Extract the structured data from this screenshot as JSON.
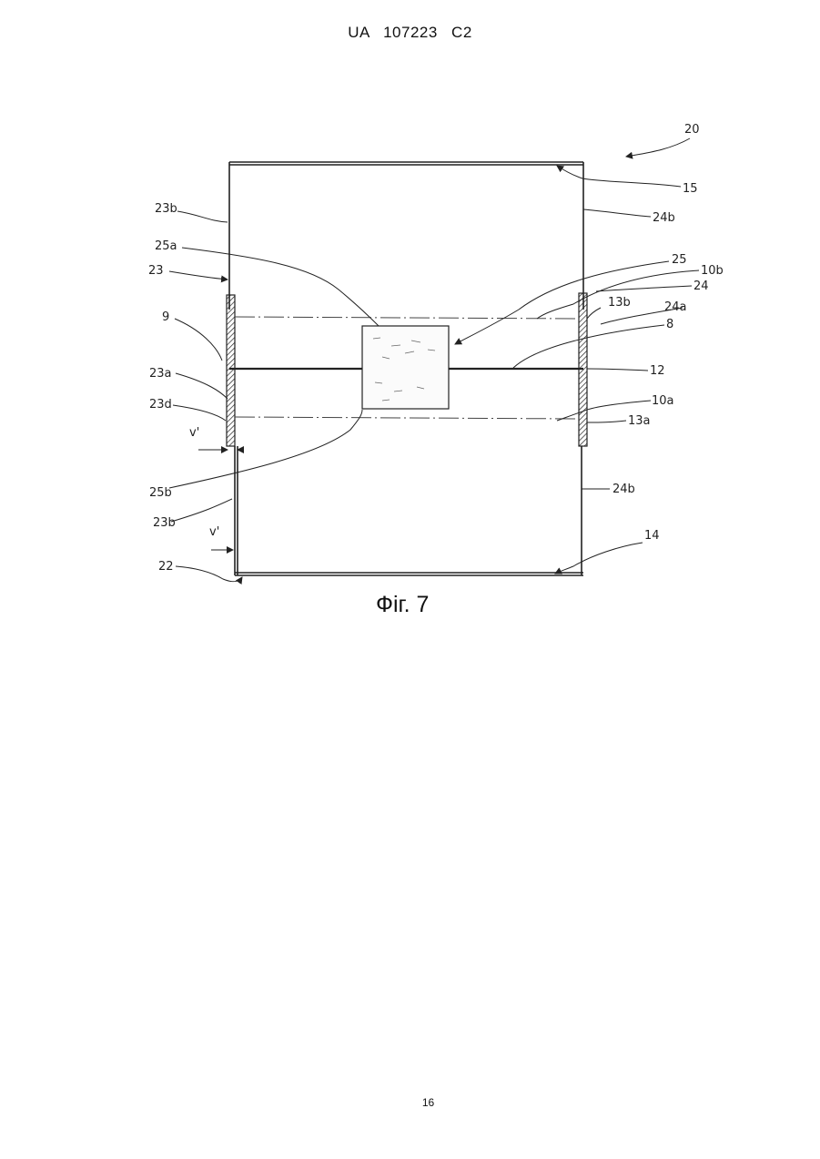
{
  "header": {
    "document_id": "UA   107223   C2"
  },
  "figure": {
    "caption": "Фіг. 7",
    "labels": {
      "l20": "20",
      "l15": "15",
      "l23b_top": "23b",
      "l24b_top": "24b",
      "l25a": "25a",
      "l25": "25",
      "l23": "23",
      "l10b": "10b",
      "l24": "24",
      "l13b": "13b",
      "l24a": "24a",
      "l9": "9",
      "l8": "8",
      "l12": "12",
      "l23a": "23a",
      "l10a": "10a",
      "l23d": "23d",
      "l13a": "13a",
      "lv1_top": "v'",
      "l25b": "25b",
      "l24b_bot": "24b",
      "l23b_bot": "23b",
      "lv1_bot": "v'",
      "l14": "14",
      "l22": "22"
    }
  },
  "footer": {
    "page_number": "16"
  }
}
